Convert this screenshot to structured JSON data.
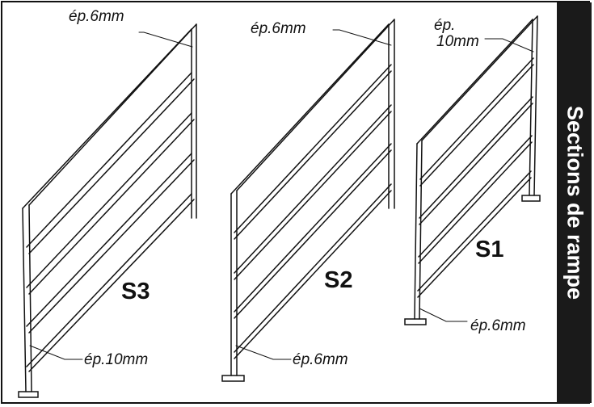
{
  "sidebar": {
    "title": "Sections de rampe"
  },
  "sections": [
    {
      "label": "S3",
      "top_note": "ép.6mm",
      "bottom_note": "ép.10mm"
    },
    {
      "label": "S2",
      "top_note": "ép.6mm",
      "bottom_note": "ép.6mm"
    },
    {
      "label": "S1",
      "top_note_line1": "ép.",
      "top_note_line2": "10mm",
      "bottom_note": "ép.6mm"
    }
  ]
}
